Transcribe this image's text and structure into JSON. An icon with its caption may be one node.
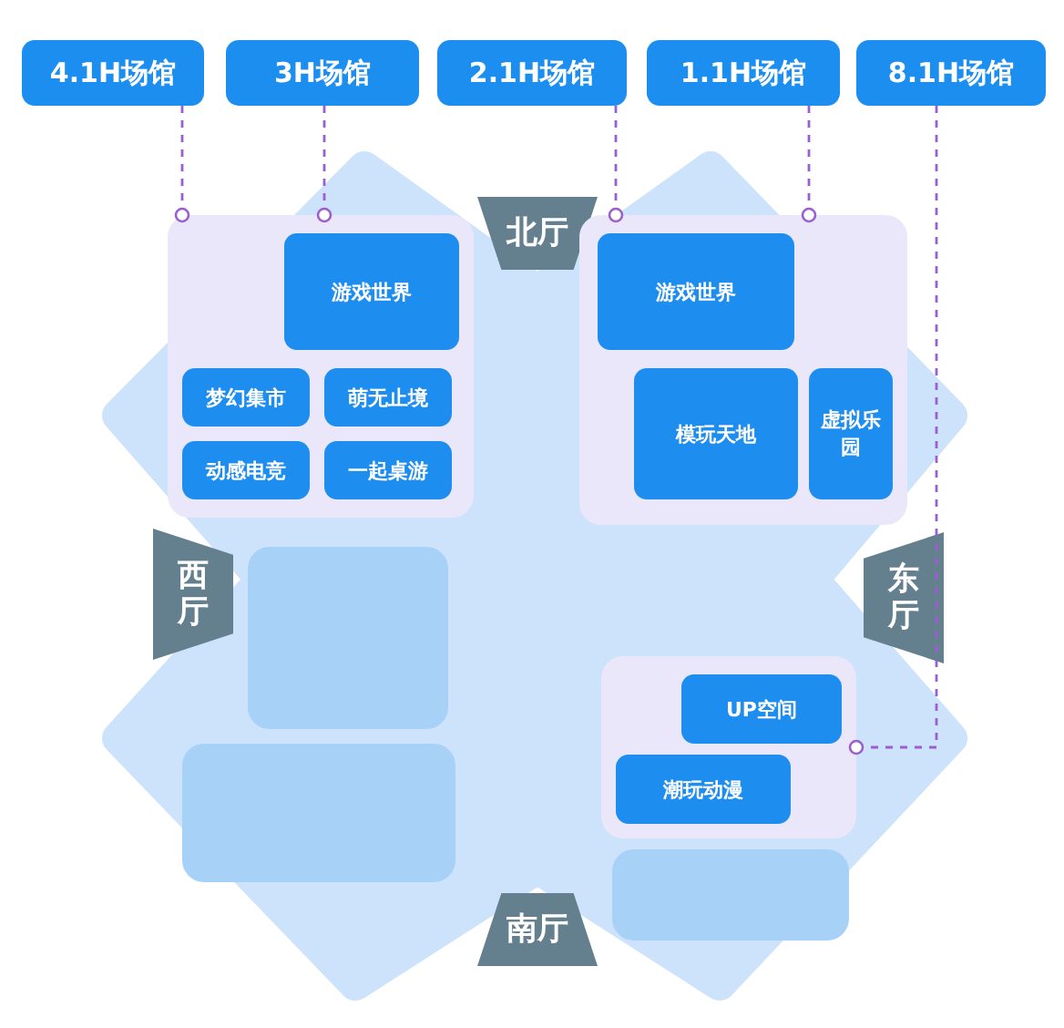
{
  "diagram": {
    "nodes": [
      {
        "text": [
          "4.1H场馆"
        ]
      },
      {
        "text": [
          "3H场馆"
        ]
      },
      {
        "text": [
          "2.1H场馆"
        ]
      },
      {
        "text": [
          "1.1H场馆"
        ]
      },
      {
        "text": [
          "8.1H场馆"
        ]
      },
      {
        "text": [
          "北厅"
        ]
      },
      {
        "text": [
          "西厅"
        ]
      },
      {
        "text": [
          "东厅"
        ]
      },
      {
        "text": [
          "南厅"
        ]
      },
      {
        "text": [],
        "shape": "box"
      },
      {
        "text": [
          "游戏世界"
        ],
        "in": 9
      },
      {
        "text": [
          "梦幻集市"
        ],
        "in": 9
      },
      {
        "text": [
          "萌无止境"
        ],
        "in": 9
      },
      {
        "text": [
          "动感电竞"
        ],
        "in": 9
      },
      {
        "text": [
          "一起桌游"
        ],
        "in": 9
      },
      {
        "text": [],
        "shape": "box"
      },
      {
        "text": [
          "游戏世界"
        ],
        "in": 15
      },
      {
        "text": [
          "模玩天地"
        ],
        "in": 15
      },
      {
        "text": [
          "虚拟乐园"
        ],
        "in": 15
      },
      {
        "text": [],
        "shape": "box"
      },
      {
        "text": [
          "UP空间"
        ],
        "in": 19
      },
      {
        "text": [
          "潮玩动漫"
        ],
        "in": 19
      },
      {
        "text": [],
        "shape": "box"
      },
      {
        "text": [],
        "shape": "box"
      },
      {
        "text": [],
        "shape": "box"
      }
    ],
    "edges": [
      {
        "from": 0,
        "to": 9,
        "arrow": "other",
        "style": "dashed"
      },
      {
        "from": 1,
        "to": 9,
        "arrow": "other",
        "style": "dashed"
      },
      {
        "from": 2,
        "to": 15,
        "arrow": "other",
        "style": "dashed"
      },
      {
        "from": 3,
        "to": 15,
        "arrow": "other",
        "style": "dashed"
      },
      {
        "from": 4,
        "to": 19,
        "arrow": "other",
        "style": "dashed"
      }
    ]
  }
}
